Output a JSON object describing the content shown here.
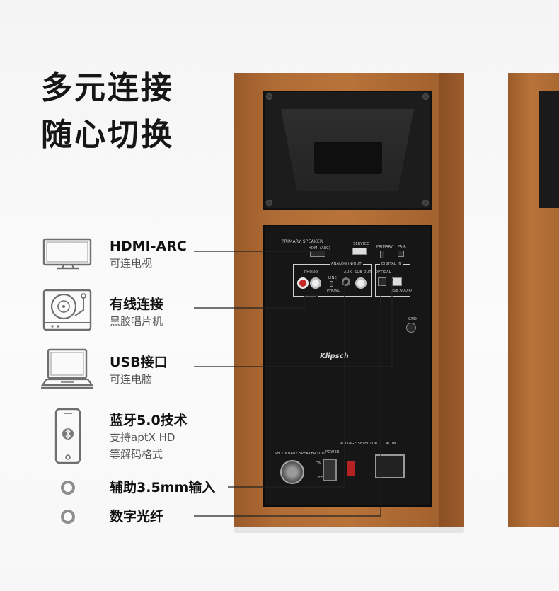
{
  "headline": {
    "line1": "多元连接",
    "line2": "随心切换"
  },
  "features": [
    {
      "title": "HDMI-ARC",
      "sub": "可连电视",
      "icon": "tv-icon"
    },
    {
      "title": "有线连接",
      "sub": "黑胶唱片机",
      "icon": "turntable-icon"
    },
    {
      "title": "USB接口",
      "sub": "可连电脑",
      "icon": "laptop-icon"
    },
    {
      "title": "蓝牙5.0技术",
      "sub": "支持aptX HD",
      "sub2": "等解码格式",
      "icon": "bluetooth-phone-icon"
    },
    {
      "title": "辅助3.5mm输入",
      "icon": "ring-icon"
    },
    {
      "title": "数字光纤",
      "icon": "ring-icon"
    }
  ],
  "panel": {
    "primary_speaker": "PRIMARY SPEAKER",
    "hdmi_arc": "HDMI (ARC)",
    "service": "SERVICE",
    "primary": "PRIMARY",
    "pair": "PAIR",
    "analog_inout": "ANALOG IN/OUT",
    "digital_in": "DIGITAL IN",
    "phono": "PHONO",
    "line": "LINE",
    "phono_small": "PHONO",
    "aux": "AUX",
    "sub_out": "SUB OUT",
    "optical": "OPTICAL",
    "usb_audio": "USB AUDIO",
    "gnd": "GND",
    "brand": "Klipsch",
    "secondary_speaker_out": "SECONDARY SPEAKER OUT",
    "power": "POWER",
    "voltage_selector": "VOLTAGE SELECTOR",
    "ac_in": "AC IN",
    "on": "ON",
    "off": "OFF"
  },
  "colors": {
    "wood": "#b87339",
    "panel": "#161616",
    "leader_line": "#222222",
    "ring": "#8e8e8e"
  }
}
